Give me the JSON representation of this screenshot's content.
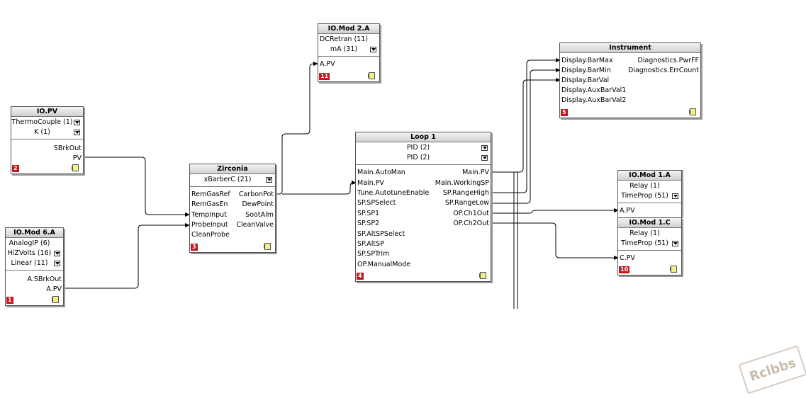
{
  "watermark": "Rclbbs",
  "blocks": {
    "iopv": {
      "title": "IO.PV",
      "params": [
        "ThermoCouple (1)",
        "K (1)"
      ],
      "outputs": [
        "SBrkOut",
        "PV"
      ],
      "number": "2"
    },
    "iomod6a": {
      "title": "IO.Mod 6.A",
      "params": [
        "AnalogIP (6)",
        "HiZVolts (16)",
        "Linear (11)"
      ],
      "outputs": [
        "A.SBrkOut",
        "A.PV"
      ],
      "number": "1"
    },
    "zirconia": {
      "title": "Zirconia",
      "params": [
        "xBarberC (21)"
      ],
      "inputs": [
        "RemGasRef",
        "RemGasEn",
        "TempInput",
        "ProbeInput",
        "CleanProbe"
      ],
      "outputs": [
        "CarbonPot",
        "DewPoint",
        "SootAlm",
        "CleanValve"
      ],
      "number": "3"
    },
    "iomod2a": {
      "title": "IO.Mod 2.A",
      "params": [
        "DCRetran (11)",
        "mA (31)"
      ],
      "inputs": [
        "A.PV"
      ],
      "number": "11"
    },
    "loop1": {
      "title": "Loop 1",
      "params": [
        "PID (2)",
        "PID (2)"
      ],
      "inputs": [
        "Main.AutoMan",
        "Main.PV",
        "Tune.AutotuneEnable",
        "SP.SPSelect",
        "SP.SP1",
        "SP.SP2",
        "SP.AltSPSelect",
        "SP.AltSP",
        "SP.SPTrim",
        "OP.ManualMode"
      ],
      "outputs": [
        "Main.PV",
        "Main.WorkingSP",
        "SP.RangeHigh",
        "SP.RangeLow",
        "OP.Ch1Out",
        "OP.Ch2Out"
      ],
      "number": "4"
    },
    "instrument": {
      "title": "Instrument",
      "inputs": [
        "Display.BarMax",
        "Display.BarMin",
        "Display.BarVal",
        "Display.AuxBarVal1",
        "Display.AuxBarVal2"
      ],
      "outputs": [
        "Diagnostics.PwrFF",
        "Diagnostics.ErrCount"
      ],
      "number": "5"
    },
    "iomod1a": {
      "title": "IO.Mod 1.A",
      "params": [
        "Relay (1)",
        "TimeProp (51)"
      ],
      "inputs": [
        "A.PV"
      ]
    },
    "iomod1c": {
      "title": "IO.Mod 1.C",
      "params": [
        "Relay (1)",
        "TimeProp (51)"
      ],
      "inputs": [
        "C.PV"
      ],
      "number": "10"
    }
  }
}
